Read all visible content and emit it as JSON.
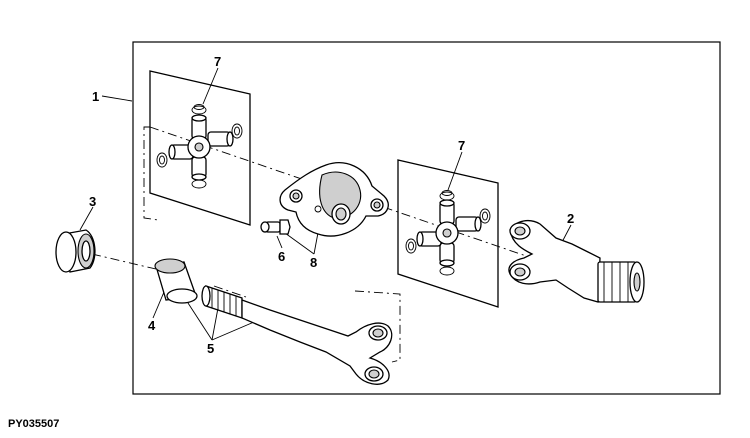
{
  "figure_id": "PY035507",
  "callouts": {
    "c1": "1",
    "c2": "2",
    "c3": "3",
    "c4": "4",
    "c5": "5",
    "c6": "6",
    "c7a": "7",
    "c7b": "7",
    "c8": "8"
  }
}
